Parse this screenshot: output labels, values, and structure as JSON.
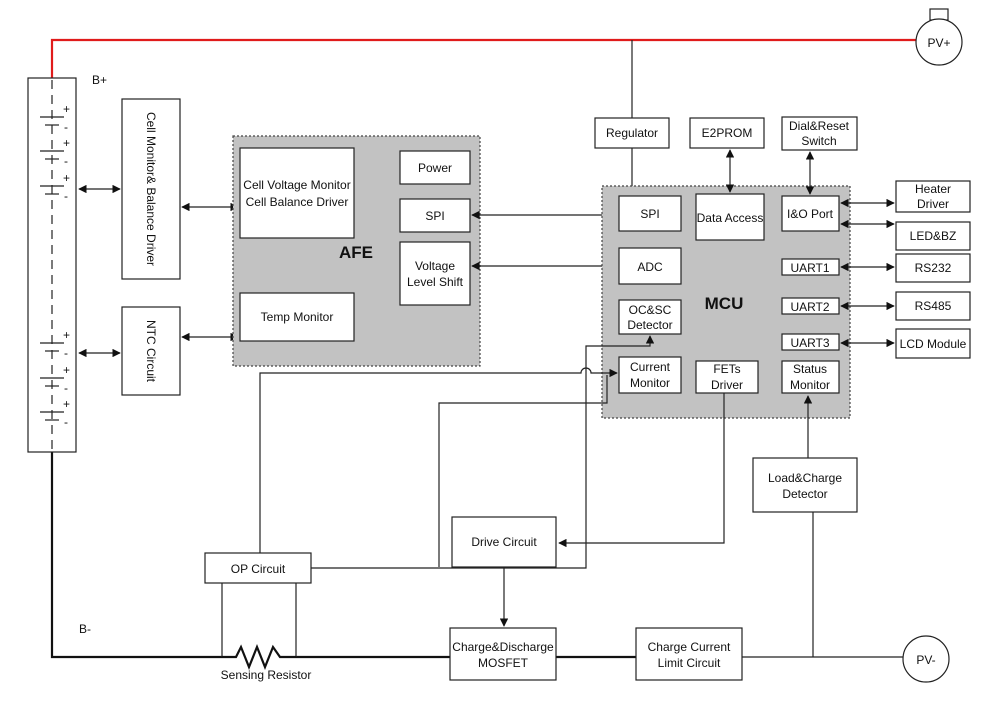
{
  "labels": {
    "pv_plus": "PV+",
    "pv_minus": "PV-",
    "b_plus": "B+",
    "b_minus": "B-",
    "cell_monitor": "Cell Monitor& Balance Driver",
    "ntc": "NTC Circuit",
    "afe": "AFE",
    "afe_cell_l1": "Cell Voltage Monitor",
    "afe_cell_l2": "Cell Balance Driver",
    "afe_temp": "Temp Monitor",
    "afe_power": "Power",
    "afe_spi": "SPI",
    "afe_vls_l1": "Voltage",
    "afe_vls_l2": "Level Shift",
    "mcu": "MCU",
    "mcu_spi": "SPI",
    "mcu_adc": "ADC",
    "mcu_ocsc_l1": "OC&SC",
    "mcu_ocsc_l2": "Detector",
    "mcu_cm_l1": "Current",
    "mcu_cm_l2": "Monitor",
    "mcu_fets_l1": "FETs",
    "mcu_fets_l2": "Driver",
    "mcu_status_l1": "Status",
    "mcu_status_l2": "Monitor",
    "mcu_data": "Data Access",
    "mcu_io": "I&O Port",
    "uart1": "UART1",
    "uart2": "UART2",
    "uart3": "UART3",
    "regulator": "Regulator",
    "e2prom": "E2PROM",
    "dial_l1": "Dial&Reset",
    "dial_l2": "Switch",
    "heater_l1": "Heater",
    "heater_l2": "Driver",
    "ledbz": "LED&BZ",
    "rs232": "RS232",
    "rs485": "RS485",
    "lcd": "LCD Module",
    "load_l1": "Load&Charge",
    "load_l2": "Detector",
    "drive": "Drive Circuit",
    "op": "OP Circuit",
    "mosfet_l1": "Charge&Discharge",
    "mosfet_l2": "MOSFET",
    "ccl_l1": "Charge Current",
    "ccl_l2": "Limit Circuit",
    "sensing": "Sensing Resistor",
    "plus": "+",
    "minus": "-"
  }
}
